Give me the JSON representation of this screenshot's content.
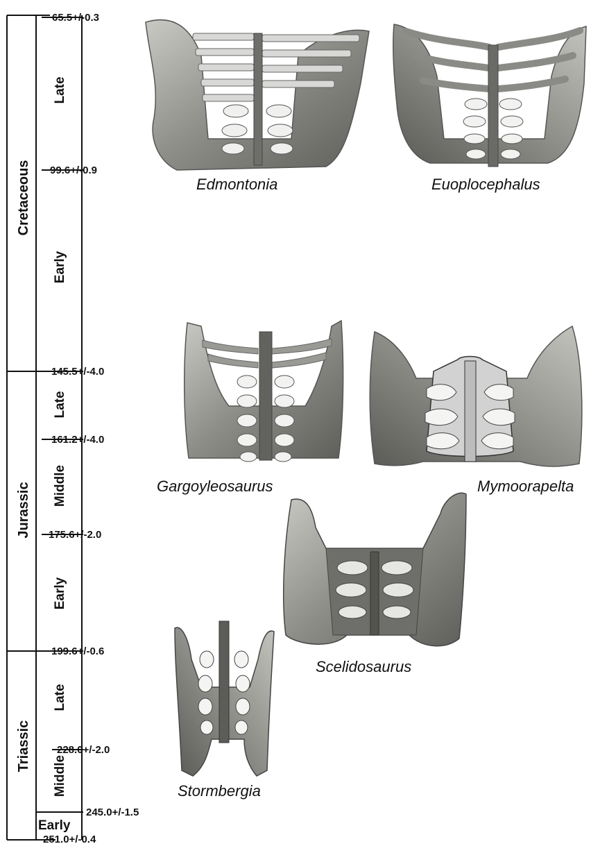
{
  "timescale": {
    "periods": [
      {
        "name": "Cretaceous",
        "top": 65.5,
        "bottom": 145.5
      },
      {
        "name": "Jurassic",
        "top": 145.5,
        "bottom": 199.6
      },
      {
        "name": "Triassic",
        "top": 199.6,
        "bottom": 251.0
      }
    ],
    "epochs": [
      {
        "name": "Late",
        "period": "Cretaceous",
        "top": 65.5,
        "bottom": 99.6
      },
      {
        "name": "Early",
        "period": "Cretaceous",
        "top": 99.6,
        "bottom": 145.5
      },
      {
        "name": "Late",
        "period": "Jurassic",
        "top": 145.5,
        "bottom": 161.2
      },
      {
        "name": "Middle",
        "period": "Jurassic",
        "top": 161.2,
        "bottom": 175.6
      },
      {
        "name": "Early",
        "period": "Jurassic",
        "top": 175.6,
        "bottom": 199.6
      },
      {
        "name": "Late",
        "period": "Triassic",
        "top": 199.6,
        "bottom": 228.0
      },
      {
        "name": "Middle",
        "period": "Triassic",
        "top": 228.0,
        "bottom": 245.0
      },
      {
        "name": "Early",
        "period": "Triassic",
        "top": 245.0,
        "bottom": 251.0
      }
    ],
    "boundaries": [
      {
        "label": "65.5+/-0.3",
        "value": 65.5
      },
      {
        "label": "99.6+/-0.9",
        "value": 99.6
      },
      {
        "label": "145.5+/-4.0",
        "value": 145.5
      },
      {
        "label": "161.2+/-4.0",
        "value": 161.2
      },
      {
        "label": "175.6+/-2.0",
        "value": 175.6
      },
      {
        "label": "199.6+/-0.6",
        "value": 199.6
      },
      {
        "label": "228.0+/-2.0",
        "value": 228.0
      },
      {
        "label": "245.0+/-1.5",
        "value": 245.0
      },
      {
        "label": "251.0+/-0.4",
        "value": 251.0
      }
    ]
  },
  "specimens": [
    {
      "name": "Edmontonia"
    },
    {
      "name": "Euoplocephalus"
    },
    {
      "name": "Gargoyleosaurus"
    },
    {
      "name": "Mymoorapelta"
    },
    {
      "name": "Scelidosaurus"
    },
    {
      "name": "Stormbergia"
    }
  ],
  "colors": {
    "line": "#111111",
    "bone_light": "#b7b7b3",
    "bone_mid": "#8f8f8a",
    "bone_dark": "#5f5f5b",
    "outline_fill": "#d2d2d2"
  }
}
